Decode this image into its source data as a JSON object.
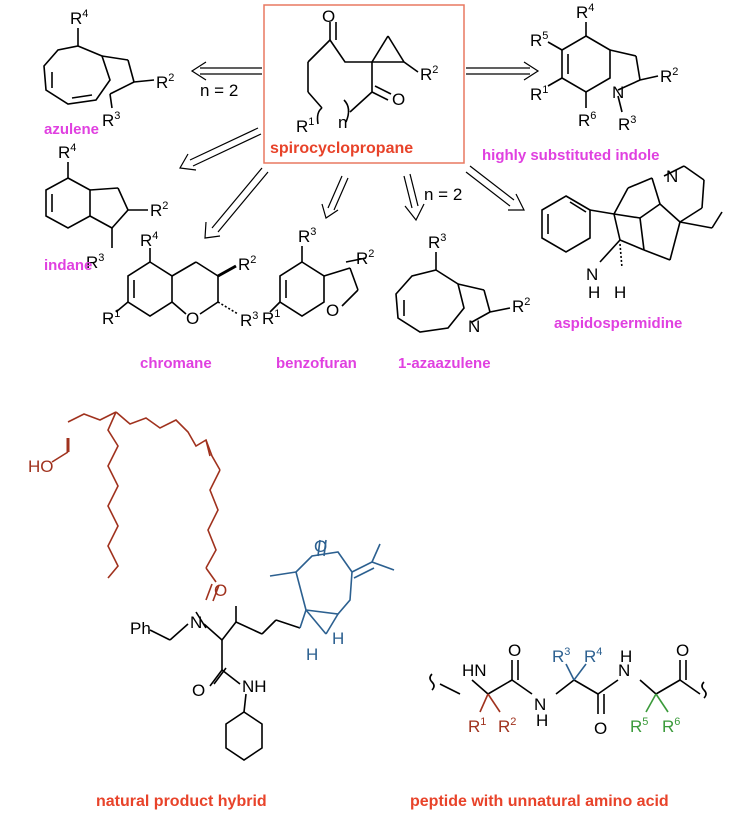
{
  "colors": {
    "magenta": "#e040e0",
    "orange_red": "#e8432a",
    "brown": "#a0321e",
    "blue": "#2c6090",
    "green": "#3a9a3a",
    "box_border": "#e87860",
    "black": "#000000"
  },
  "labels": {
    "center": "spirocyclopropane",
    "azulene": "azulene",
    "indane": "indane",
    "chromane": "chromane",
    "benzofuran": "benzofuran",
    "azaazulene": "1-azaazulene",
    "indole": "highly substituted indole",
    "aspido": "aspidospermidine",
    "hybrid": "natural product hybrid",
    "peptide": "peptide with unnatural amino acid"
  },
  "conditions": {
    "azulene_n": "n = 2",
    "azaazulene_n": "n = 2"
  },
  "atoms": {
    "O": "O",
    "N": "N",
    "NH": "NH",
    "HN": "HN",
    "H": "H",
    "HO": "HO",
    "Ph": "Ph",
    "n": "n",
    "R": "R"
  },
  "substituents": {
    "r1": "1",
    "r2": "2",
    "r3": "3",
    "r4": "4",
    "r5": "5",
    "r6": "6"
  },
  "icons": [
    "retrosynthesis-arrow-icon",
    "wavy-bond-icon"
  ]
}
